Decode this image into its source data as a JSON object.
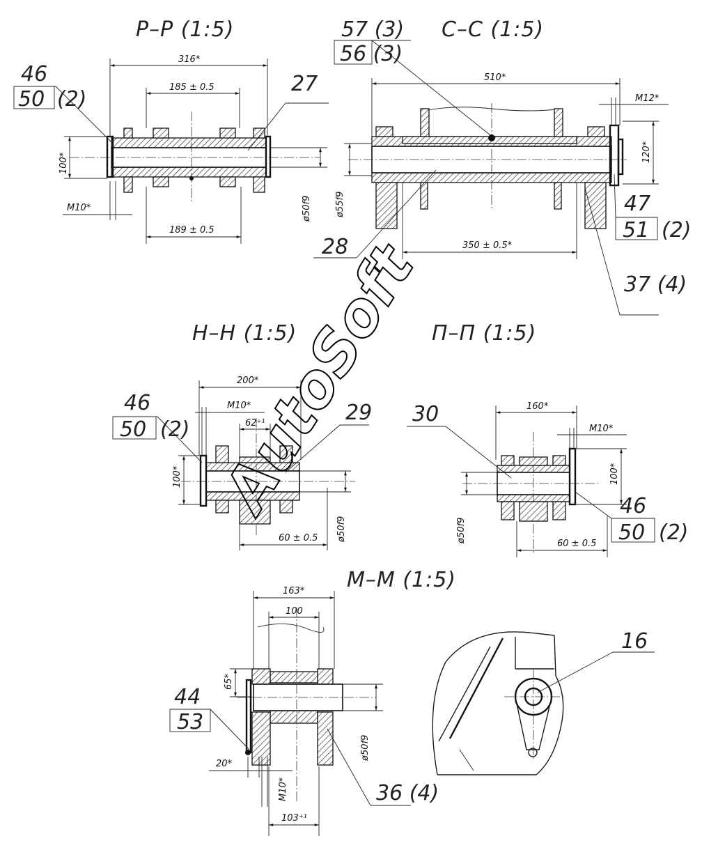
{
  "views": {
    "pp": {
      "title": "Р–Р (1:5)",
      "dim_total": "316*",
      "dim_top": "185 ± 0.5",
      "dim_bottom": "189 ± 0.5",
      "dim_height": "100*",
      "dim_bolt": "M10*",
      "dim_dia": "ø50f9"
    },
    "cc": {
      "title": "С–С (1:5)",
      "dim_total": "510*",
      "dim_bolt": "M12*",
      "dim_height": "120*",
      "dim_dia": "ø55f9",
      "dim_bottom": "350 ± 0.5*"
    },
    "nn": {
      "title": "Н–Н (1:5)",
      "dim_total": "200*",
      "dim_bolt": "M10*",
      "dim_inner": "62⁺¹",
      "dim_height": "100*",
      "dim_bottom": "60 ± 0.5",
      "dim_dia": "ø50f9"
    },
    "ppi": {
      "title": "П–П (1:5)",
      "dim_total": "160*",
      "dim_bolt": "M10*",
      "dim_height": "100*",
      "dim_bottom": "60 ± 0.5",
      "dim_dia": "ø50f9"
    },
    "mm": {
      "title": "М–М (1:5)",
      "dim_total": "163*",
      "dim_inner": "100",
      "dim_small": "65*",
      "dim_dia": "ø50f9",
      "dim_left": "20*",
      "dim_bolt": "M10*",
      "dim_bottom": "103⁺¹"
    }
  },
  "callouts": {
    "c46a_top": "46",
    "c50a_bottom": "50",
    "c50a_count": "(2)",
    "c27": "27",
    "c57_top": "57 (3)",
    "c56_bottom": "56 (3)",
    "c47_top": "47",
    "c51_bottom": "51",
    "c51_count": "(2)",
    "c28": "28",
    "c37": "37 (4)",
    "c46b_top": "46",
    "c50b_bottom": "50",
    "c50b_count": "(2)",
    "c29": "29",
    "c30": "30",
    "c46c_top": "46",
    "c50c_bottom": "50",
    "c50c_count": "(2)",
    "c44_top": "44",
    "c53_bottom": "53",
    "c36": "36 (4)",
    "c16": "16"
  },
  "watermark": "AutoSoft"
}
